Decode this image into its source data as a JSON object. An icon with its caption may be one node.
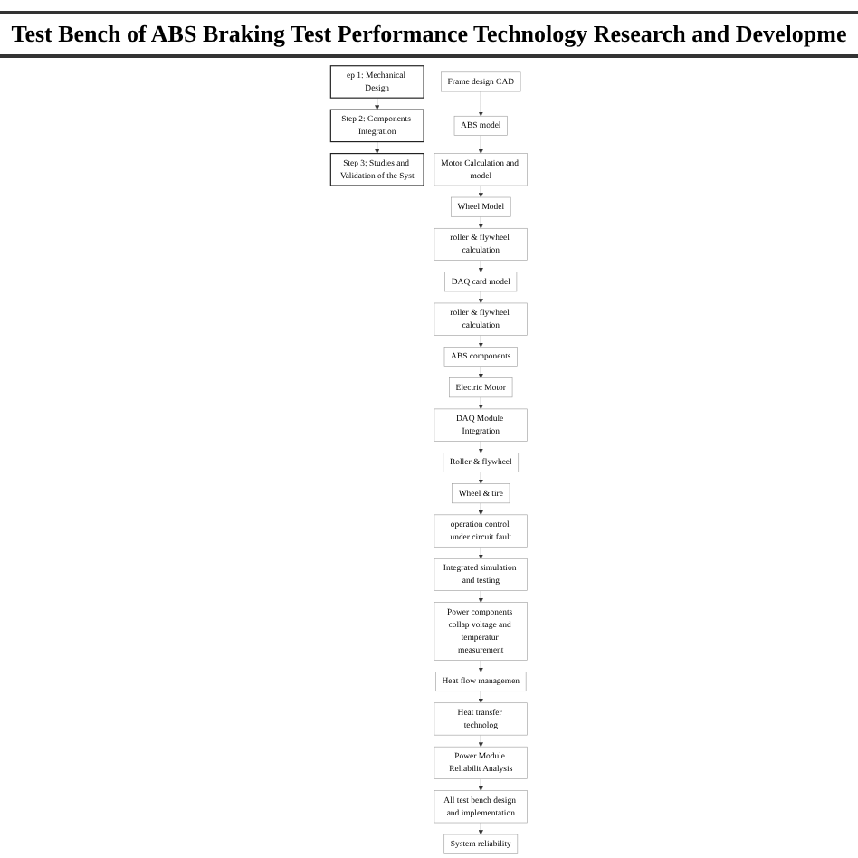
{
  "diagram": {
    "title": "Test Bench of ABS Braking Test Performance Technology Research and Developme",
    "nodes": [
      {
        "text": [
          "ep 1: Mechanical Design"
        ]
      },
      {
        "text": [
          "Step 2: Components Integration"
        ]
      },
      {
        "text": [
          "Step 3: Studies and Validation of the Syst"
        ]
      },
      {
        "text": [
          "Frame design CAD"
        ]
      },
      {
        "text": [
          "ABS model"
        ]
      },
      {
        "text": [
          "Motor Calculation and model"
        ]
      },
      {
        "text": [
          "Wheel Model"
        ]
      },
      {
        "text": [
          "roller & flywheel calculation"
        ]
      },
      {
        "text": [
          "DAQ card model"
        ]
      },
      {
        "text": [
          "roller & flywheel calculation"
        ]
      },
      {
        "text": [
          "ABS components"
        ]
      },
      {
        "text": [
          "Electric Motor"
        ]
      },
      {
        "text": [
          "DAQ Module Integration"
        ]
      },
      {
        "text": [
          "Roller & flywheel"
        ]
      },
      {
        "text": [
          "Wheel & tire"
        ]
      },
      {
        "text": [
          "operation control under circuit fault"
        ]
      },
      {
        "text": [
          "Integrated simulation and testing"
        ]
      },
      {
        "text": [
          "Power components collap voltage and temperatur measurement"
        ]
      },
      {
        "text": [
          "Heat flow managemen"
        ]
      },
      {
        "text": [
          "Heat transfer technolog"
        ]
      },
      {
        "text": [
          "Power Module Reliabilit Analysis"
        ]
      },
      {
        "text": [
          "All test bench design and implementation"
        ]
      },
      {
        "text": [
          "System reliability"
        ]
      }
    ],
    "edges": [
      {
        "from": 0,
        "to": 1,
        "arrow": "to"
      },
      {
        "from": 1,
        "to": 2,
        "arrow": "to"
      },
      {
        "from": 3,
        "to": 4,
        "arrow": "to"
      },
      {
        "from": 4,
        "to": 5,
        "arrow": "to"
      },
      {
        "from": 5,
        "to": 6,
        "arrow": "to"
      },
      {
        "from": 6,
        "to": 7,
        "arrow": "to"
      },
      {
        "from": 7,
        "to": 8,
        "arrow": "to"
      },
      {
        "from": 8,
        "to": 9,
        "arrow": "to"
      },
      {
        "from": 9,
        "to": 10,
        "arrow": "to"
      },
      {
        "from": 10,
        "to": 11,
        "arrow": "to"
      },
      {
        "from": 11,
        "to": 12,
        "arrow": "to"
      },
      {
        "from": 12,
        "to": 13,
        "arrow": "to"
      },
      {
        "from": 13,
        "to": 14,
        "arrow": "to"
      },
      {
        "from": 14,
        "to": 15,
        "arrow": "to"
      },
      {
        "from": 15,
        "to": 16,
        "arrow": "to"
      },
      {
        "from": 16,
        "to": 17,
        "arrow": "to"
      },
      {
        "from": 17,
        "to": 18,
        "arrow": "to"
      },
      {
        "from": 18,
        "to": 19,
        "arrow": "to"
      },
      {
        "from": 19,
        "to": 20,
        "arrow": "to"
      },
      {
        "from": 20,
        "to": 21,
        "arrow": "to"
      },
      {
        "from": 21,
        "to": 22,
        "arrow": "to"
      }
    ]
  }
}
